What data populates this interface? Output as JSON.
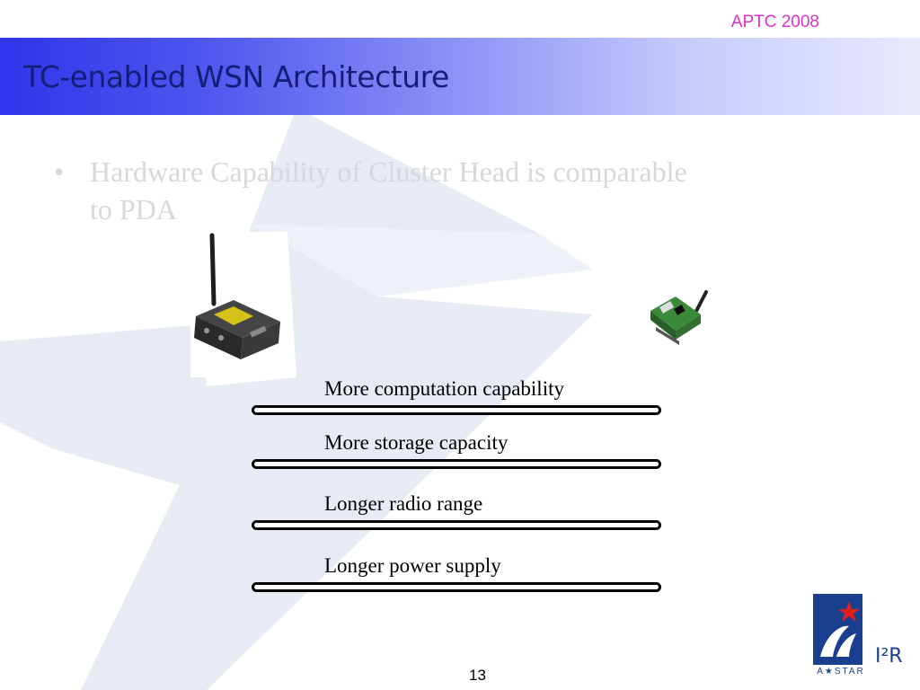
{
  "header": {
    "conference": "APTC 2008",
    "title": "TC-enabled WSN Architecture"
  },
  "bullets": [
    {
      "marker": "•",
      "text": "Hardware Capability of Cluster Head is comparable to PDA"
    }
  ],
  "images": {
    "left_device": "cluster-head-device",
    "right_device": "sensor-node-board"
  },
  "features": [
    "More computation capability",
    "More storage capacity",
    "Longer radio range",
    "Longer power supply"
  ],
  "footer": {
    "page_number": "13",
    "logo_sub": "A★STAR",
    "logo_i2r": "I²R"
  },
  "colors": {
    "title_text": "#141e78",
    "conference_text": "#e030c8",
    "logo_blue": "#1b3f8f",
    "watermark": "#e4eaf3"
  }
}
